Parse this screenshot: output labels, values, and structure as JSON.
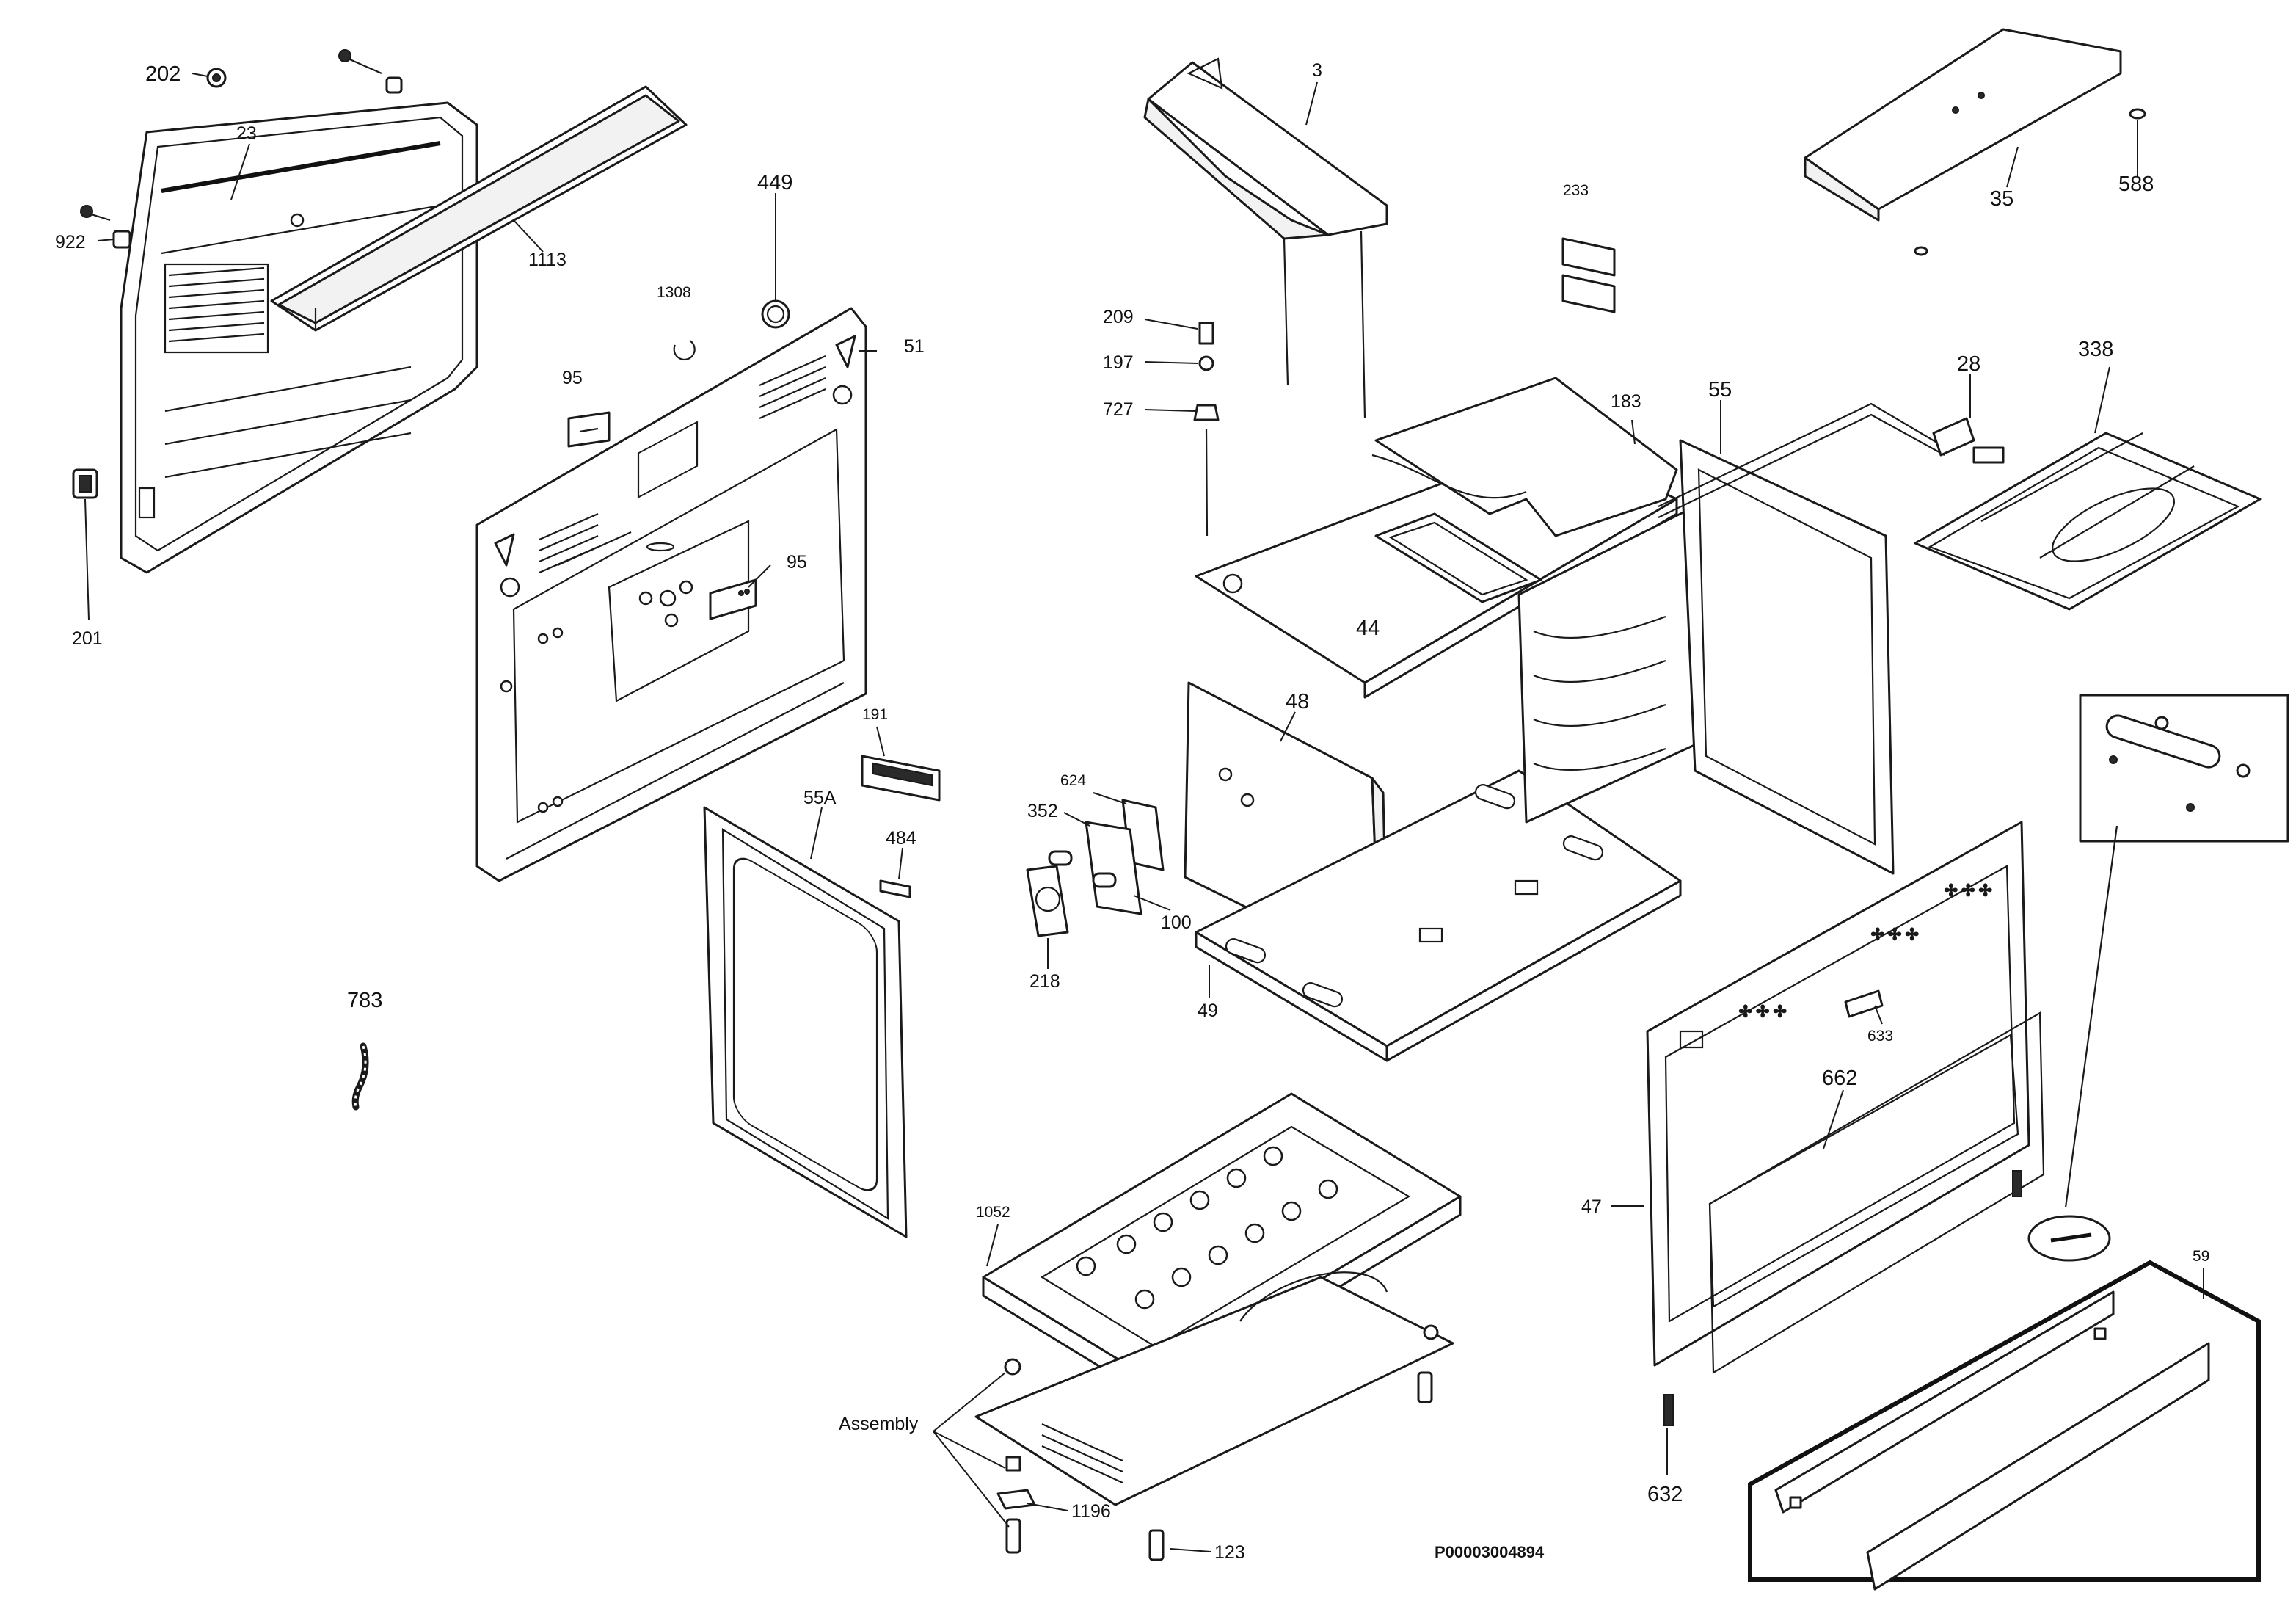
{
  "diagram": {
    "reference_code": "P00003004894",
    "callouts": [
      {
        "id": "c202",
        "label": "202"
      },
      {
        "id": "c23",
        "label": "23"
      },
      {
        "id": "c922",
        "label": "922"
      },
      {
        "id": "c1113",
        "label": "1113"
      },
      {
        "id": "c201",
        "label": "201"
      },
      {
        "id": "c449",
        "label": "449"
      },
      {
        "id": "c1308",
        "label": "1308"
      },
      {
        "id": "c95a",
        "label": "95"
      },
      {
        "id": "c51",
        "label": "51"
      },
      {
        "id": "c95b",
        "label": "95"
      },
      {
        "id": "c3",
        "label": "3"
      },
      {
        "id": "c233",
        "label": "233"
      },
      {
        "id": "c209",
        "label": "209"
      },
      {
        "id": "c197",
        "label": "197"
      },
      {
        "id": "c727",
        "label": "727"
      },
      {
        "id": "c183",
        "label": "183"
      },
      {
        "id": "c55",
        "label": "55"
      },
      {
        "id": "c28",
        "label": "28"
      },
      {
        "id": "c338",
        "label": "338"
      },
      {
        "id": "c35",
        "label": "35"
      },
      {
        "id": "c588",
        "label": "588"
      },
      {
        "id": "c44",
        "label": "44"
      },
      {
        "id": "c48",
        "label": "48"
      },
      {
        "id": "c191",
        "label": "191"
      },
      {
        "id": "c624",
        "label": "624"
      },
      {
        "id": "c352",
        "label": "352"
      },
      {
        "id": "c100",
        "label": "100"
      },
      {
        "id": "c218",
        "label": "218"
      },
      {
        "id": "c49",
        "label": "49"
      },
      {
        "id": "c55A",
        "label": "55A"
      },
      {
        "id": "c484",
        "label": "484"
      },
      {
        "id": "c783",
        "label": "783"
      },
      {
        "id": "c633",
        "label": "633"
      },
      {
        "id": "c662",
        "label": "662"
      },
      {
        "id": "c47",
        "label": "47"
      },
      {
        "id": "c59",
        "label": "59"
      },
      {
        "id": "c632",
        "label": "632"
      },
      {
        "id": "c1052",
        "label": "1052"
      },
      {
        "id": "cAssembly",
        "label": "Assembly"
      },
      {
        "id": "c1196",
        "label": "1196"
      },
      {
        "id": "c123",
        "label": "123"
      }
    ]
  }
}
